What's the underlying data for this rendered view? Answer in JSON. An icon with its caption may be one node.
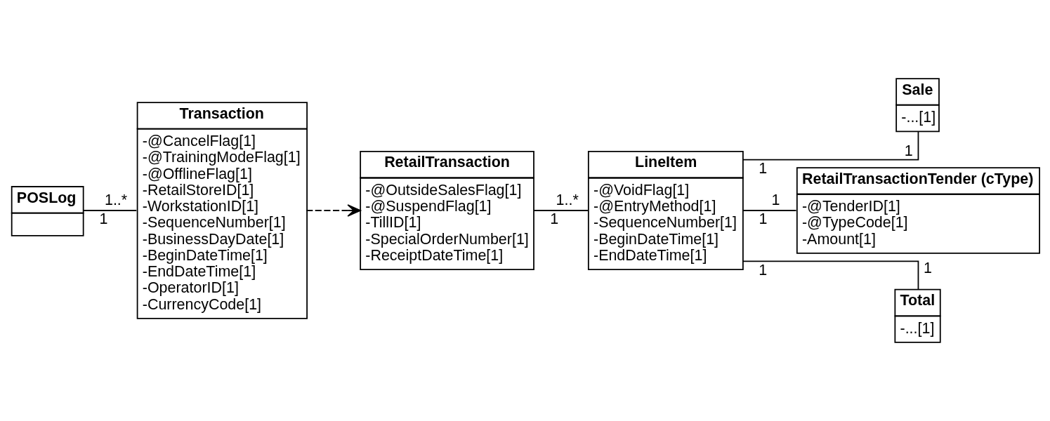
{
  "diagram": {
    "nodes": [
      {
        "text": [
          "POSLog"
        ]
      },
      {
        "text": [
          "Transaction",
          "-@CancelFlag[1]",
          "-@TrainingModeFlag[1]",
          "-@OfflineFlag[1]",
          "-RetailStoreID[1]",
          "-WorkstationID[1]",
          "-SequenceNumber[1]",
          "-BusinessDayDate[1]",
          "-BeginDateTime[1]",
          "-EndDateTime[1]",
          "-OperatorID[1]",
          "-CurrencyCode[1]"
        ]
      },
      {
        "text": [
          "RetailTransaction",
          "-@OutsideSalesFlag[1]",
          "-@SuspendFlag[1]",
          "-TillID[1]",
          "-SpecialOrderNumber[1]",
          "-ReceiptDateTime[1]"
        ]
      },
      {
        "text": [
          "LineItem",
          "-@VoidFlag[1]",
          "-@EntryMethod[1]",
          "-SequenceNumber[1]",
          "-BeginDateTime[1]",
          "-EndDateTime[1]"
        ]
      },
      {
        "text": [
          "Sale",
          "-...[1]"
        ]
      },
      {
        "text": [
          "RetailTransactionTender (cType)",
          "-@TenderID[1]",
          "-@TypeCode[1]",
          "-Amount[1]"
        ]
      },
      {
        "text": [
          "Total",
          "-...[1]"
        ]
      }
    ],
    "edges": [
      {
        "from": 0,
        "to": 1,
        "arrow": "none"
      },
      {
        "from": 1,
        "to": 2,
        "arrow": "to",
        "style": "dashed"
      },
      {
        "from": 2,
        "to": 3,
        "arrow": "none"
      },
      {
        "from": 3,
        "to": 4,
        "arrow": "none"
      },
      {
        "from": 3,
        "to": 5,
        "arrow": "none"
      },
      {
        "from": 3,
        "to": 6,
        "arrow": "none"
      }
    ],
    "labels": [
      "1",
      "1..*",
      "1",
      "1..*",
      "1",
      "1",
      "1",
      "1",
      "1",
      "1"
    ]
  }
}
